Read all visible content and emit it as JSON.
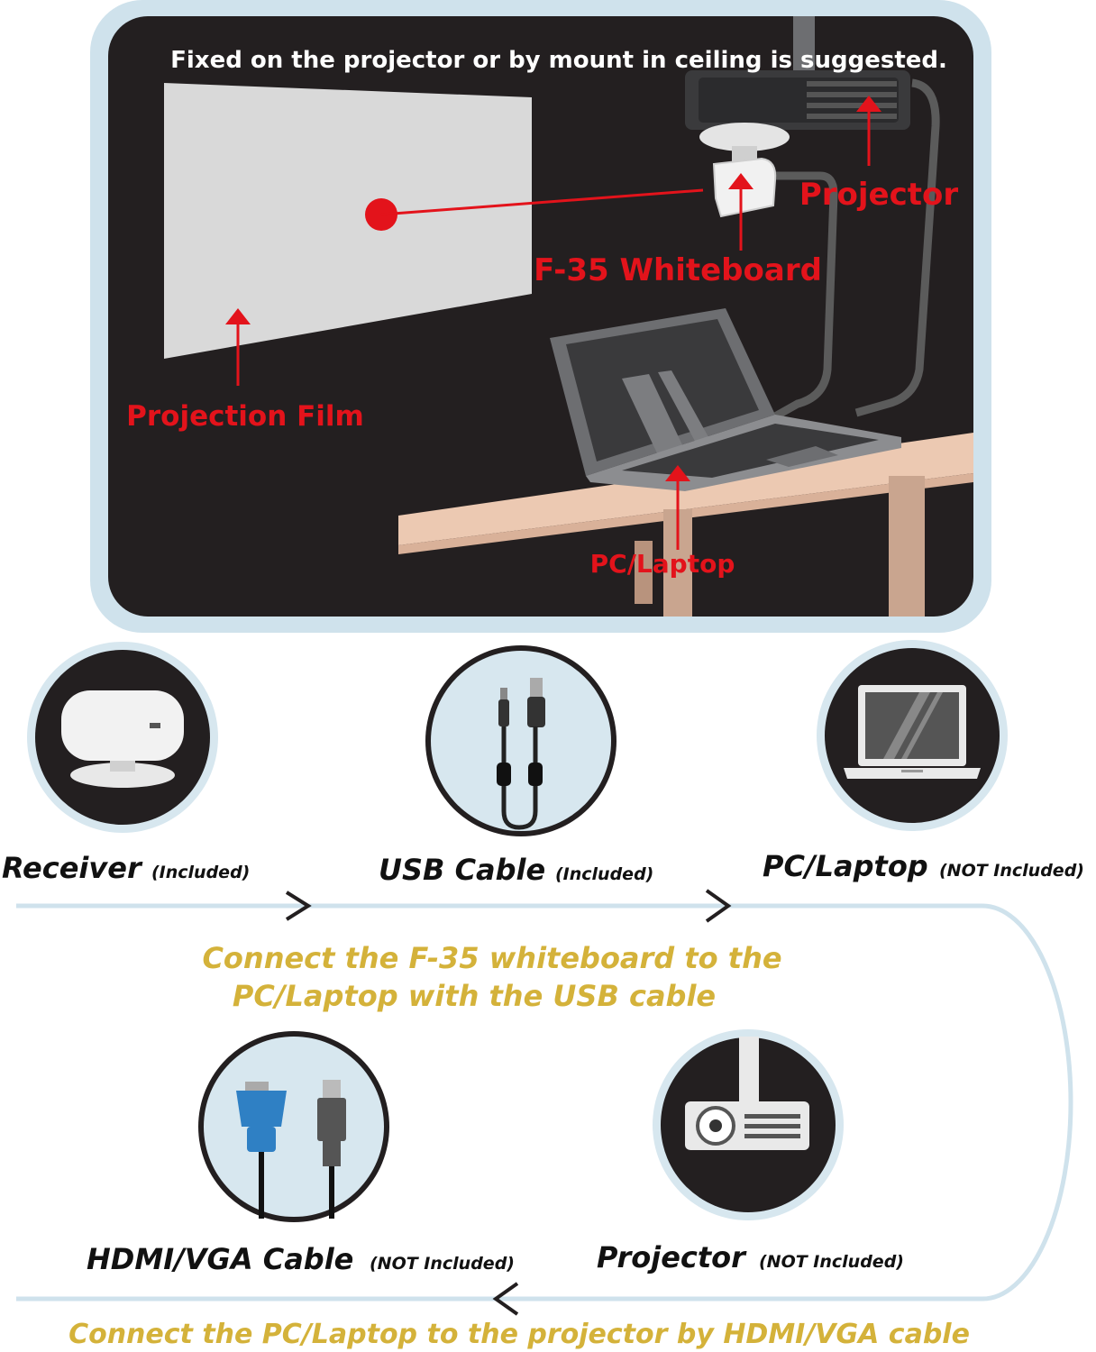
{
  "colors": {
    "frame_border": "#cfe2ec",
    "scene_bg": "#231f20",
    "annotation_red": "#e3131b",
    "step_gold": "#d4b23a",
    "flow_line": "#cfe2ec",
    "film": "#d9d9d9",
    "table_top": "#ecc9b2",
    "table_leg": "#c9a58f",
    "device_gray": "#6d6e71",
    "vga_blue": "#2f80c4"
  },
  "scene": {
    "caption": "Fixed on the projector or by mount in ceiling is suggested.",
    "labels": {
      "projector": "Projector",
      "whiteboard": "F-35 Whiteboard",
      "film": "Projection Film",
      "laptop": "PC/Laptop"
    }
  },
  "items": [
    {
      "id": "receiver",
      "name": "Receiver",
      "note": "(Included)",
      "icon": "receiver-icon"
    },
    {
      "id": "usb",
      "name": "USB Cable",
      "note": "(Included)",
      "icon": "usb-cable-icon"
    },
    {
      "id": "pc",
      "name": "PC/Laptop",
      "note": "(NOT Included)",
      "icon": "laptop-icon"
    },
    {
      "id": "hdmi",
      "name": "HDMI/VGA Cable",
      "note": "(NOT Included)",
      "icon": "hdmi-vga-cable-icon"
    },
    {
      "id": "projector",
      "name": "Projector",
      "note": "(NOT Included)",
      "icon": "projector-icon"
    }
  ],
  "steps": {
    "step1_line1": "Connect the F-35 whiteboard to the",
    "step1_line2": "PC/Laptop with the USB cable",
    "step2": "Connect the PC/Laptop to the projector by HDMI/VGA cable"
  }
}
